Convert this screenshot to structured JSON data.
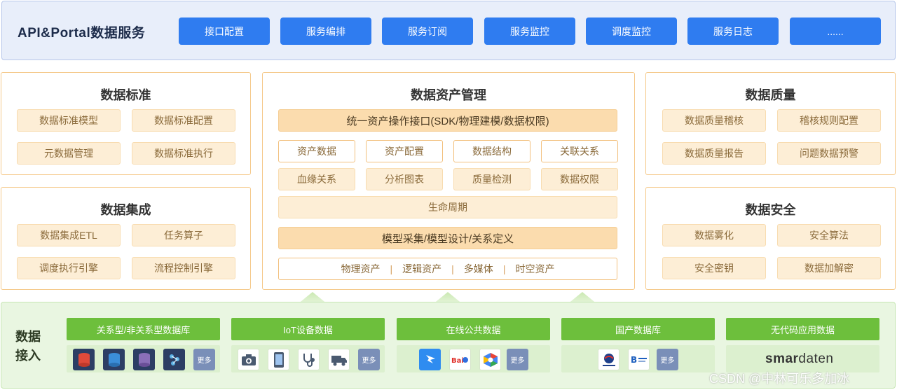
{
  "api": {
    "title": "API&Portal数据服务",
    "buttons": [
      "接口配置",
      "服务编排",
      "服务订阅",
      "服务监控",
      "调度监控",
      "服务日志",
      "......"
    ]
  },
  "standard": {
    "title": "数据标准",
    "items": [
      "数据标准模型",
      "数据标准配置",
      "元数据管理",
      "数据标准执行"
    ]
  },
  "integration": {
    "title": "数据集成",
    "items": [
      "数据集成ETL",
      "任务算子",
      "调度执行引擎",
      "流程控制引擎"
    ]
  },
  "asset": {
    "title": "数据资产管理",
    "unified": "统一资产操作接口(SDK/物理建模/数据权限)",
    "grid": [
      "资产数据",
      "资产配置",
      "数据结构",
      "关联关系",
      "血缘关系",
      "分析图表",
      "质量检测",
      "数据权限"
    ],
    "lifecycle": "生命周期",
    "model": "模型采集/模型设计/关系定义",
    "types": [
      "物理资产",
      "逻辑资产",
      "多媒体",
      "时空资产"
    ]
  },
  "quality": {
    "title": "数据质量",
    "items": [
      "数据质量稽核",
      "稽核规则配置",
      "数据质量报告",
      "问题数据预警"
    ]
  },
  "security": {
    "title": "数据安全",
    "items": [
      "数据雾化",
      "安全算法",
      "安全密钥",
      "数据加解密"
    ]
  },
  "access": {
    "title": "数据接入",
    "groups": [
      "关系型/非关系型数据库",
      "IoT设备数据",
      "在线公共数据",
      "国产数据库",
      "无代码应用数据"
    ],
    "more_label": "更多",
    "db_logos": [
      "ORACLE",
      "MySQL",
      "SQL Server",
      "Neo4j"
    ],
    "online_logos": [
      "钉钉",
      "百度统计"
    ],
    "domestic_logos": [
      "达梦数据库",
      "人大金仓"
    ],
    "smardaten_bold": "smar",
    "smardaten_rest": "daten"
  },
  "watermark": "CSDN @中林可乐多加冰",
  "colors": {
    "api_button": "#2f7cf0",
    "panel_border": "#f5c98a",
    "chip": "#fdeed6",
    "access_green": "#6dbf3c"
  }
}
